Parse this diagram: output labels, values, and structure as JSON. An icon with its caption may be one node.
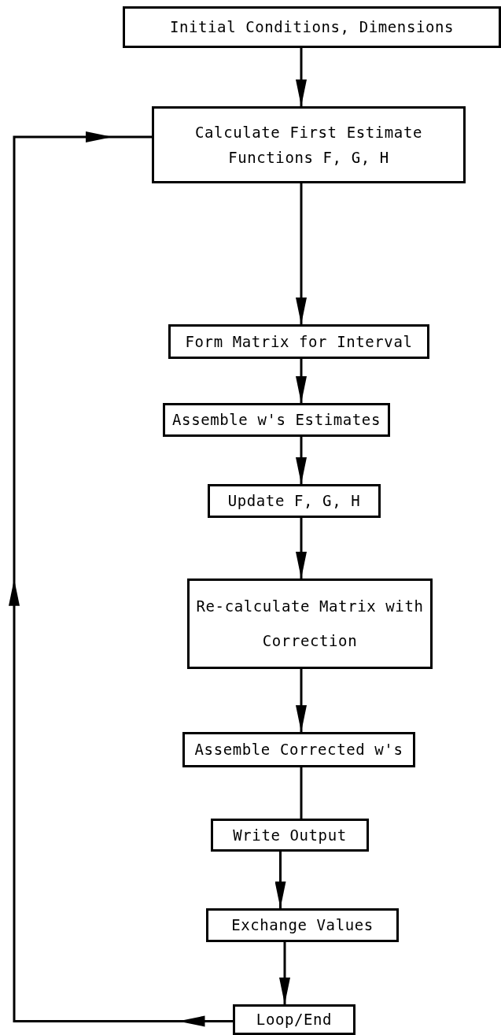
{
  "diagram": {
    "nodes": [
      {
        "text": [
          "Initial Conditions, Dimensions"
        ]
      },
      {
        "text": [
          "Calculate First Estimate Functions F, G, H"
        ]
      },
      {
        "text": [
          "Form Matrix for Interval"
        ]
      },
      {
        "text": [
          "Assemble w's Estimates"
        ]
      },
      {
        "text": [
          "Update F, G, H"
        ]
      },
      {
        "text": [
          "Re-calculate Matrix with Correction"
        ]
      },
      {
        "text": [
          "Assemble Corrected w's"
        ]
      },
      {
        "text": [
          "Write Output"
        ]
      },
      {
        "text": [
          "Exchange Values"
        ]
      },
      {
        "text": [
          "Loop/End"
        ]
      }
    ],
    "edges": [
      {
        "from": 0,
        "to": 1,
        "arrow": "to"
      },
      {
        "from": 1,
        "to": 2,
        "arrow": "to"
      },
      {
        "from": 2,
        "to": 3,
        "arrow": "to"
      },
      {
        "from": 3,
        "to": 4,
        "arrow": "to"
      },
      {
        "from": 4,
        "to": 5,
        "arrow": "to"
      },
      {
        "from": 5,
        "to": 6,
        "arrow": "to"
      },
      {
        "from": 6,
        "to": 7,
        "arrow": "none"
      },
      {
        "from": 7,
        "to": 8,
        "arrow": "to"
      },
      {
        "from": 8,
        "to": 9,
        "arrow": "to"
      },
      {
        "from": 9,
        "to": 1,
        "arrow": "to"
      }
    ]
  }
}
